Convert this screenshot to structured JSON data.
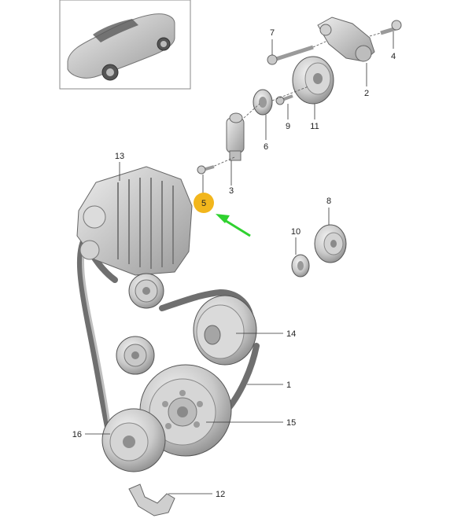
{
  "diagram": {
    "callouts": [
      {
        "id": "c1",
        "text": "1"
      },
      {
        "id": "c2",
        "text": "2"
      },
      {
        "id": "c3",
        "text": "3"
      },
      {
        "id": "c4",
        "text": "4"
      },
      {
        "id": "c5",
        "text": "5",
        "highlight": true
      },
      {
        "id": "c6",
        "text": "6"
      },
      {
        "id": "c7",
        "text": "7"
      },
      {
        "id": "c8",
        "text": "8"
      },
      {
        "id": "c9",
        "text": "9"
      },
      {
        "id": "c10",
        "text": "10"
      },
      {
        "id": "c11",
        "text": "11"
      },
      {
        "id": "c12",
        "text": "12"
      },
      {
        "id": "c13",
        "text": "13"
      },
      {
        "id": "c14",
        "text": "14"
      },
      {
        "id": "c15",
        "text": "15"
      },
      {
        "id": "c16",
        "text": "16"
      }
    ],
    "colors": {
      "highlight": "#f2b61c",
      "arrow": "#2fd12f",
      "part_light": "#e2e2e2",
      "part_mid": "#bdbdbd",
      "part_dark": "#8a8a8a",
      "belt": "#6f6f6f"
    }
  }
}
